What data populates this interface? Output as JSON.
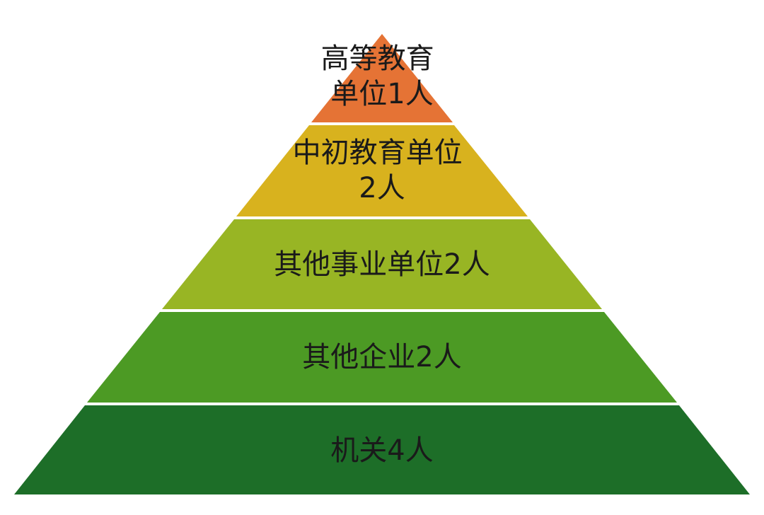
{
  "pyramid": {
    "tiers": [
      {
        "id": "higher-education",
        "lines": [
          "高等教育",
          "单位1人"
        ],
        "count": 1,
        "color": "#E57335"
      },
      {
        "id": "primary-secondary-education",
        "lines": [
          "中初教育单位",
          "2人"
        ],
        "count": 2,
        "color": "#D8B21E"
      },
      {
        "id": "other-public-institutions",
        "lines": [
          "其他事业单位2人"
        ],
        "count": 2,
        "color": "#98B524"
      },
      {
        "id": "other-enterprises",
        "lines": [
          "其他企业2人"
        ],
        "count": 2,
        "color": "#4C9A24"
      },
      {
        "id": "government-agencies",
        "lines": [
          "机关4人"
        ],
        "count": 4,
        "color": "#1D6E28"
      }
    ]
  }
}
